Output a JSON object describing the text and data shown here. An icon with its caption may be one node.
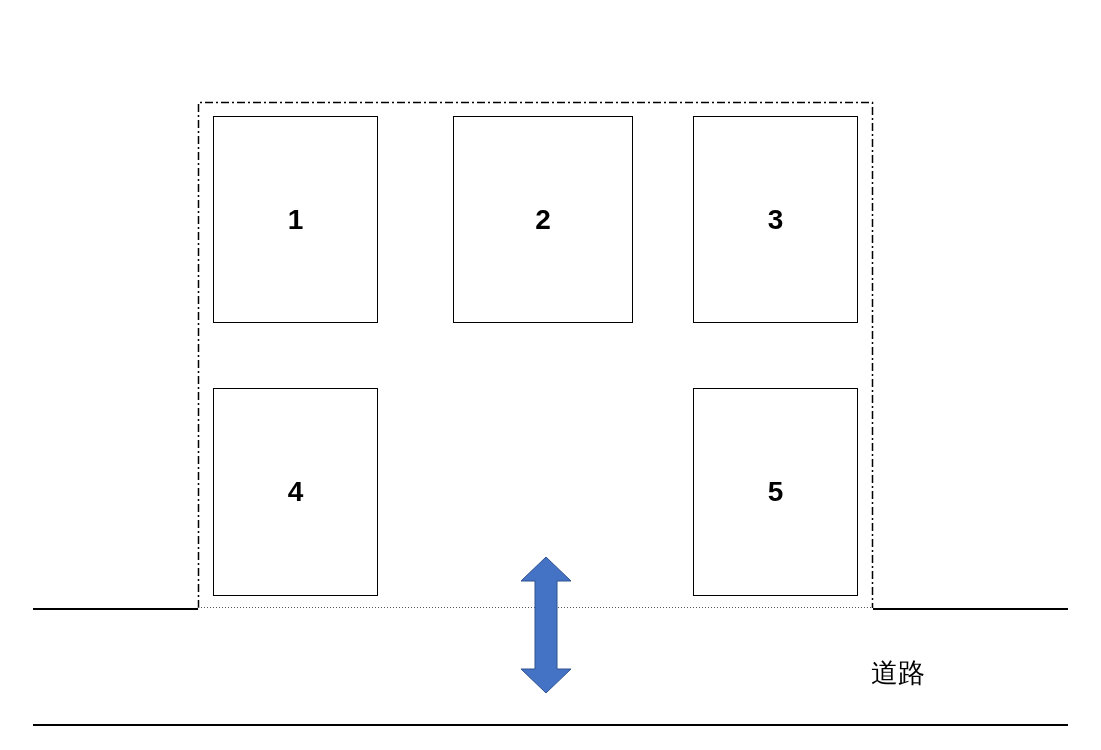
{
  "diagram": {
    "nodes": [
      {
        "text": [],
        "shape": "box"
      },
      {
        "text": [
          "1"
        ],
        "in": 0
      },
      {
        "text": [
          "2"
        ],
        "in": 0
      },
      {
        "text": [
          "3"
        ],
        "in": 0
      },
      {
        "text": [
          "4"
        ],
        "in": 0
      },
      {
        "text": [
          "5"
        ],
        "in": 0
      },
      {
        "text": [
          "道路"
        ]
      }
    ],
    "edges": [
      {
        "from": 6,
        "to": 0,
        "arrow": "both"
      }
    ]
  }
}
